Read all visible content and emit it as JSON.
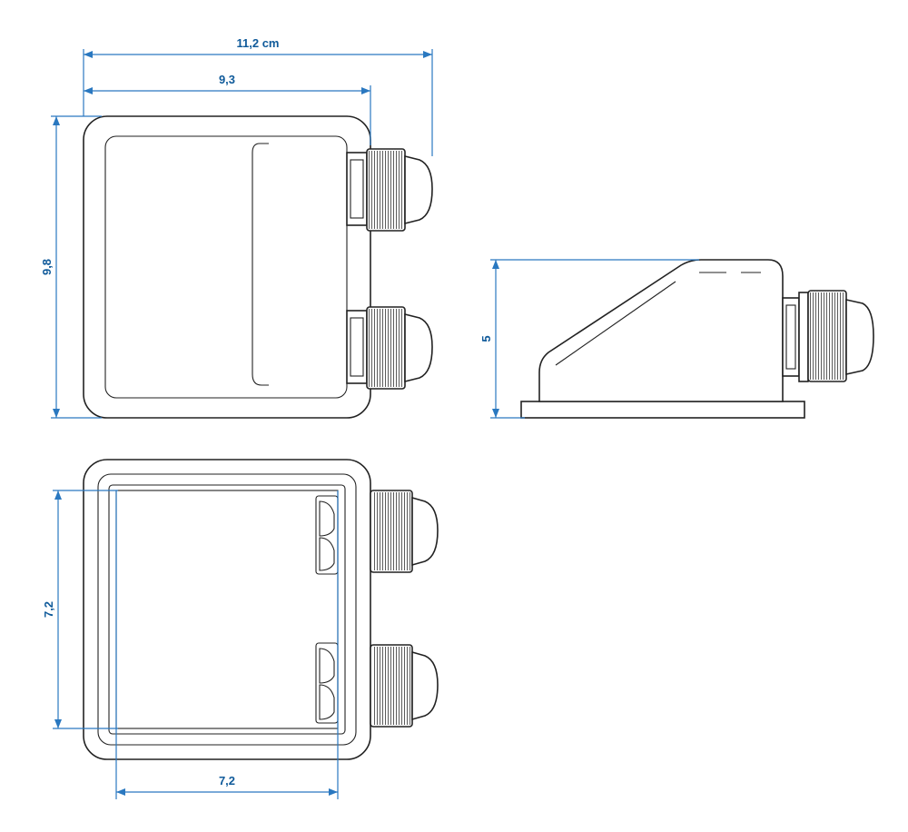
{
  "dimensions": {
    "total_width": "11,2 cm",
    "body_width": "9,3",
    "height": "9,8",
    "side_height": "5",
    "inner_height": "7,2",
    "inner_width": "7,2"
  }
}
